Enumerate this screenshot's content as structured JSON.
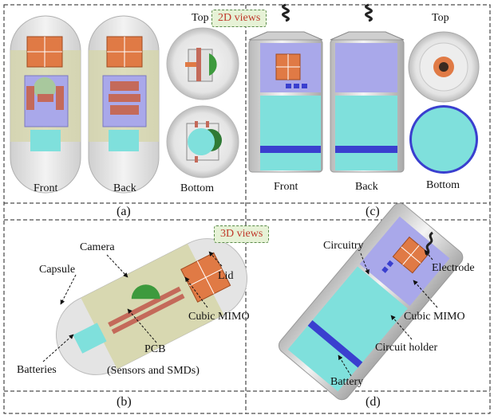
{
  "badges": {
    "views_2d": "2D views",
    "views_3d": "3D views"
  },
  "panel_a": {
    "label": "(a)",
    "front": "Front",
    "back": "Back",
    "top": "Top",
    "bottom": "Bottom"
  },
  "panel_c": {
    "label": "(c)",
    "front": "Front",
    "back": "Back",
    "top": "Top",
    "bottom": "Bottom"
  },
  "panel_b": {
    "label": "(b)",
    "camera": "Camera",
    "capsule": "Capsule",
    "lid": "Lid",
    "cubic_mimo": "Cubic MIMO",
    "pcb": "PCB",
    "pcb_sub": "(Sensors and SMDs)",
    "batteries": "Batteries"
  },
  "panel_d": {
    "label": "(d)",
    "circuitry": "Circuitry",
    "electrode": "Electrode",
    "cubic_mimo": "Cubic MIMO",
    "circuit_holder": "Circuit holder",
    "battery": "Battery"
  },
  "colors": {
    "capsule_shell": "#e2e2e2",
    "lid_band": "#d6d6a8",
    "antenna": "#e07a45",
    "circuit_holder": "#a9a8ea",
    "battery": "#7fe0dc",
    "battery_stripe": "#3a3fcf",
    "camera": "#3d9a3d",
    "pcb": "#c46a5a",
    "badge_text": "#c0392b"
  }
}
